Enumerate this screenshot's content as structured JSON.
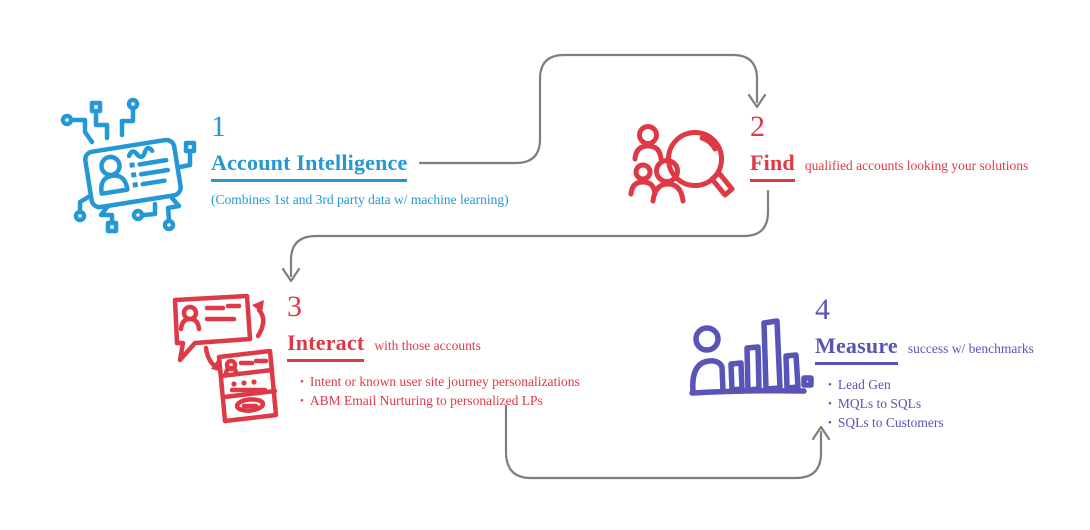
{
  "palette": {
    "blue": "#2498D5",
    "red": "#DD3A46",
    "purple": "#5955B8",
    "arrow_gray": "#7E7E7E",
    "background": "#FFFFFF"
  },
  "steps": [
    {
      "number": "1",
      "title": "Account Intelligence",
      "description": "(Combines 1st and 3rd party data w/ machine learning)",
      "icon": "id-card-circuit-icon",
      "color": "#2498D5",
      "bullets": []
    },
    {
      "number": "2",
      "title": "Find",
      "description": "qualified accounts looking your solutions",
      "icon": "people-magnifier-icon",
      "color": "#DD3A46",
      "bullets": []
    },
    {
      "number": "3",
      "title": "Interact",
      "description": "with those accounts",
      "icon": "chat-phone-sync-icon",
      "color": "#DD3A46",
      "bullets": [
        "Intent or known user site journey personalizations",
        "ABM Email Nurturing to personalized LPs"
      ]
    },
    {
      "number": "4",
      "title": "Measure",
      "description": "success w/ benchmarks",
      "icon": "person-barchart-icon",
      "color": "#5955B8",
      "bullets": [
        "Lead Gen",
        "MQLs to SQLs",
        "SQLs to Customers"
      ]
    }
  ]
}
